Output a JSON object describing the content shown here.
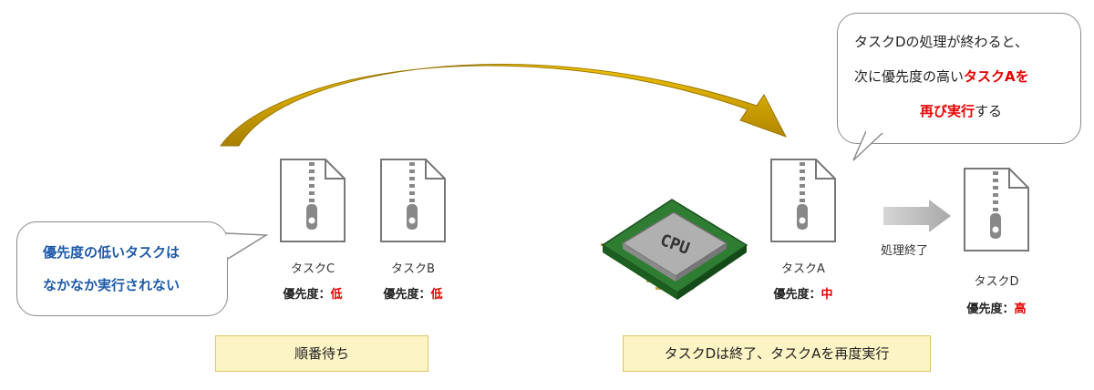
{
  "bubble_left": {
    "line1": "優先度の低いタスクは",
    "line2": "なかなか実行されない"
  },
  "bubble_right": {
    "line1": "タスクDの処理が終わると、",
    "line2_prefix": "次に優先度の高い",
    "line2_emph": "タスクAを",
    "line3_emph": "再び実行",
    "line3_suffix": "する"
  },
  "tasks": {
    "c": {
      "name": "タスクC",
      "prio_label": "優先度：",
      "prio_value": "低"
    },
    "b": {
      "name": "タスクB",
      "prio_label": "優先度：",
      "prio_value": "低"
    },
    "a": {
      "name": "タスクA",
      "prio_label": "優先度：",
      "prio_value": "中"
    },
    "d": {
      "name": "タスクD",
      "prio_label": "優先度：",
      "prio_value": "高"
    }
  },
  "cpu": {
    "label": "CPU"
  },
  "arrow_label": "処理終了",
  "notes": {
    "left": "順番待ち",
    "right": "タスクDは終了、タスクAを再度実行"
  },
  "colors": {
    "curve_arrow": "#c9a100",
    "red_emphasis": "#e60000",
    "blue_emphasis": "#1f5aa8",
    "note_bg": "#fdf4c6",
    "file_stroke": "#7a7a7a",
    "chip_green": "#2e7d32"
  },
  "icons": [
    "zip-file-icon",
    "cpu-chip-icon",
    "right-arrow-icon",
    "curved-arrow-icon"
  ]
}
